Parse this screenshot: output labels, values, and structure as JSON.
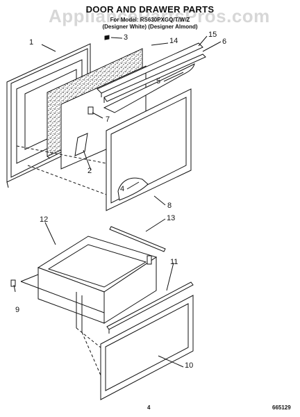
{
  "header": {
    "title": "DOOR AND DRAWER PARTS",
    "subtitle_line1": "For Model: RS630PXGQ/T/W/Z",
    "subtitle_line2": "(Designer White) (Designer Almond)",
    "watermark": "AppliancePartsPros.com"
  },
  "callouts": [
    "1",
    "2",
    "3",
    "4",
    "5",
    "6",
    "7",
    "8",
    "9",
    "10",
    "11",
    "12",
    "13",
    "14",
    "15"
  ],
  "footer": {
    "page_number": "4",
    "diagram_code": "665129"
  },
  "colors": {
    "line": "#111111",
    "insulation": "#222222",
    "background": "#ffffff"
  }
}
